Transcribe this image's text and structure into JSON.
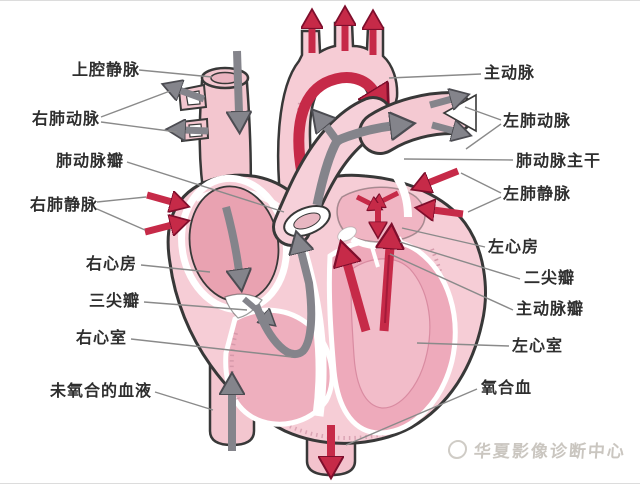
{
  "diagram": {
    "labels_left": [
      "上腔静脉",
      "右肺动脉",
      "肺动脉瓣",
      "右肺静脉",
      "右心房",
      "三尖瓣",
      "右心室",
      "未氧合的血液"
    ],
    "labels_right": [
      "主动脉",
      "左肺动脉",
      "肺动脉主干",
      "左肺静脉",
      "左心房",
      "二尖瓣",
      "主动脉瓣",
      "左心室",
      "氧合血"
    ],
    "watermark": "华夏影像诊断中心",
    "colors": {
      "oxygenated_arrow": "#c62a48",
      "deoxygenated_arrow": "#84848b",
      "heart_pink": "#f6cdd6",
      "chamber_pink": "#e9a2b1",
      "outline": "#383838",
      "leader_line": "#8a8a8a",
      "label_text": "#2e2e2e"
    }
  }
}
